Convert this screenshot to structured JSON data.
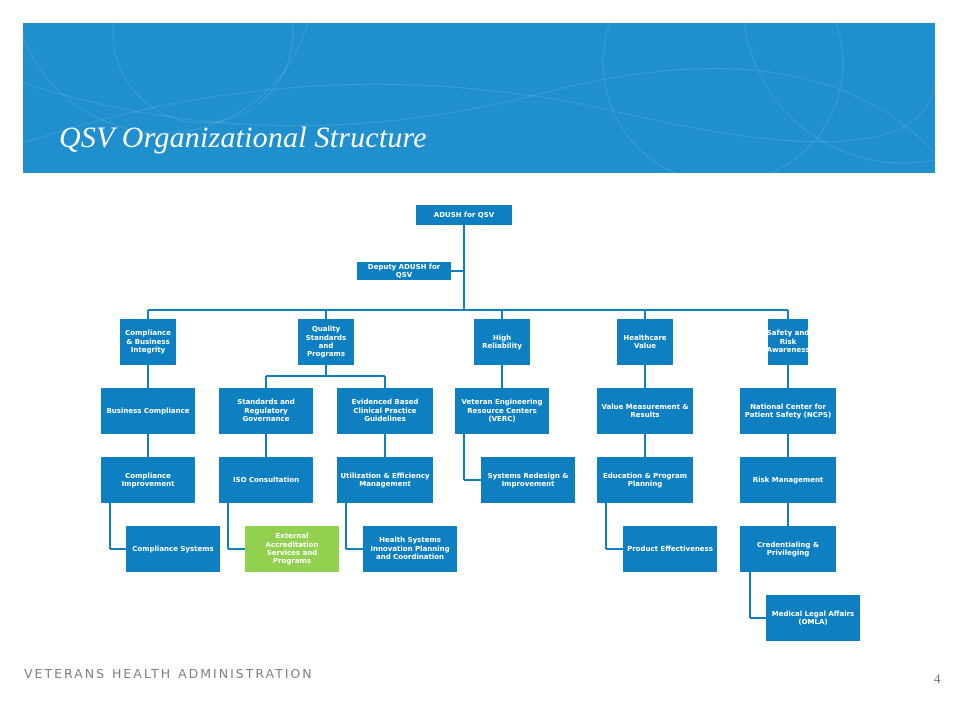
{
  "slide": {
    "title": "QSV Organizational Structure",
    "footer": "VETERANS HEALTH ADMINISTRATION",
    "page_number": "4"
  },
  "colors": {
    "banner": "#1f8fce",
    "box": "#0e7fc0",
    "highlight": "#92d050",
    "connector": "#0e7fc0"
  },
  "org": {
    "root": "ADUSH for QSV",
    "deputy": "Deputy ADUSH for QSV",
    "branches": {
      "compliance": {
        "head": "Compliance & Business Integrity",
        "units": [
          "Business Compliance",
          "Compliance Improvement",
          "Compliance Systems"
        ]
      },
      "quality": {
        "head": "Quality Standards and Programs",
        "standards": [
          "Standards and Regulatory Governance",
          "ISO Consultation",
          "External Accreditation Services and Programs"
        ],
        "guidelines": [
          "Evidenced Based Clinical Practice Guidelines",
          "Utilization & Efficiency Management",
          "Health Systems Innovation Planning and Coordination"
        ]
      },
      "reliability": {
        "head": "High Reliability",
        "units": [
          "Veteran Engineering Resource Centers (VERC)",
          "Systems Redesign & Improvement"
        ]
      },
      "value": {
        "head": "Healthcare Value",
        "units": [
          "Value Measurement & Results",
          "Education & Program Planning",
          "Product Effectiveness"
        ]
      },
      "safety": {
        "head": "Safety and Risk Awareness",
        "units": [
          "National Center for Patient Safety (NCPS)",
          "Risk Management",
          "Credentialing & Privileging",
          "Medical Legal Affairs (OMLA)"
        ]
      }
    }
  }
}
